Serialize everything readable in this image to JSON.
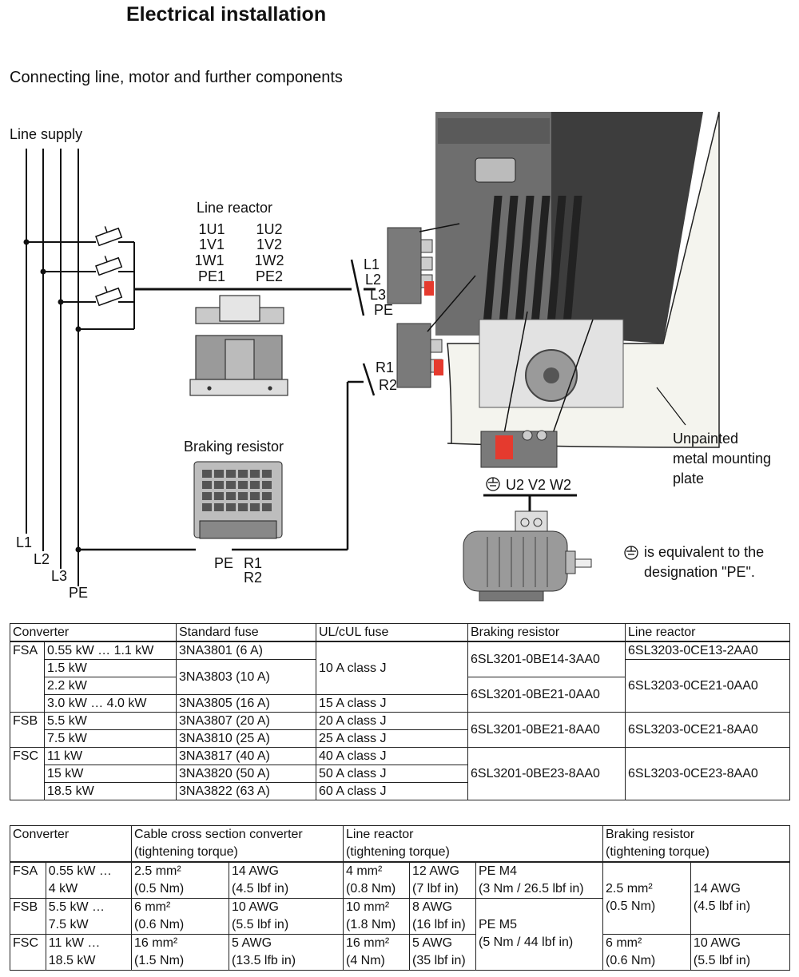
{
  "page": {
    "title": "Electrical installation",
    "subtitle": "Connecting line, motor and further components"
  },
  "diagram": {
    "line_supply_label": "Line supply",
    "line_reactor_label": "Line reactor",
    "reactor_in_terms": [
      "1U1",
      "1V1",
      "1W1",
      "PE1"
    ],
    "reactor_out_terms": [
      "1U2",
      "1V2",
      "1W2",
      "PE2"
    ],
    "connector_labels": [
      "L1",
      "L2",
      "L3",
      "PE"
    ],
    "brake_connector_labels": [
      "R1",
      "R2"
    ],
    "braking_resistor_label": "Braking resistor",
    "resistor_terms": [
      "PE",
      "R1",
      "R2"
    ],
    "supply_lines": [
      "L1",
      "L2",
      "L3",
      "PE"
    ],
    "motor_terms": "U2 V2 W2",
    "plate_note": [
      "Unpainted",
      "metal mounting",
      "plate"
    ],
    "pe_note": [
      "is equivalent to the",
      "designation \"PE\"."
    ]
  },
  "fuse_table": {
    "headers": [
      "Converter",
      "Standard fuse",
      "UL/cUL fuse",
      "Braking resistor",
      "Line reactor"
    ],
    "fsa": "FSA",
    "fsb": "FSB",
    "fsc": "FSC",
    "powers": [
      "0.55 kW … 1.1 kW",
      "1.5 kW",
      "2.2 kW",
      "3.0 kW … 4.0 kW",
      "5.5 kW",
      "7.5 kW",
      "11 kW",
      "15 kW",
      "18.5 kW"
    ],
    "std_fuse": [
      "3NA3801 (6 A)",
      "3NA3803 (10 A)",
      "3NA3805 (16 A)",
      "3NA3807 (20 A)",
      "3NA3810 (25 A)",
      "3NA3817 (40 A)",
      "3NA3820 (50 A)",
      "3NA3822 (63 A)"
    ],
    "ul_fuse": [
      "10 A class J",
      "15 A class J",
      "20 A class J",
      "25 A class J",
      "40 A class J",
      "50 A class J",
      "60 A class J"
    ],
    "brake": [
      "6SL3201-0BE14-3AA0",
      "6SL3201-0BE21-0AA0",
      "6SL3201-0BE21-8AA0",
      "6SL3201-0BE23-8AA0"
    ],
    "reactor": [
      "6SL3203-0CE13-2AA0",
      "6SL3203-0CE21-0AA0",
      "6SL3203-0CE21-8AA0",
      "6SL3203-0CE23-8AA0"
    ]
  },
  "cable_table": {
    "h_converter": "Converter",
    "h_cable": "Cable cross section converter",
    "h_reactor": "Line reactor",
    "h_brake": "Braking resistor",
    "torque": "(tightening torque)",
    "rows": [
      {
        "size": "FSA",
        "p1": "0.55 kW …",
        "p2": "4 kW",
        "c_mm": "2.5 mm²",
        "c_nm": "(0.5 Nm)",
        "c_awg": "14 AWG",
        "c_lbf": "(4.5 lbf in)",
        "r_mm": "4 mm²",
        "r_nm": "(0.8 Nm)",
        "r_awg": "12 AWG",
        "r_lbf": "(7 lbf in)"
      },
      {
        "size": "FSB",
        "p1": "5.5 kW …",
        "p2": "7.5 kW",
        "c_mm": "6 mm²",
        "c_nm": "(0.6 Nm)",
        "c_awg": "10 AWG",
        "c_lbf": "(5.5 lbf in)",
        "r_mm": "10 mm²",
        "r_nm": "(1.8 Nm)",
        "r_awg": "8 AWG",
        "r_lbf": "(16 lbf in)"
      },
      {
        "size": "FSC",
        "p1": "11 kW …",
        "p2": "18.5 kW",
        "c_mm": "16 mm²",
        "c_nm": "(1.5 Nm)",
        "c_awg": "5 AWG",
        "c_lbf": "(13.5 lfb in)",
        "r_mm": "16 mm²",
        "r_nm": "(4 Nm)",
        "r_awg": "5 AWG",
        "r_lbf": "(35 lbf in)"
      }
    ],
    "pe_m4": "PE M4",
    "pe_m4_torque": "(3 Nm / 26.5 lbf in)",
    "pe_m5": "PE M5",
    "pe_m5_torque": "(5 Nm / 44 lbf in)",
    "brake_ab": {
      "mm": "2.5 mm²",
      "nm": "(0.5 Nm)",
      "awg": "14 AWG",
      "lbf": "(4.5 lbf in)"
    },
    "brake_c": {
      "mm": "6 mm²",
      "nm": "(0.6 Nm)",
      "awg": "10 AWG",
      "lbf": "(5.5 lbf in)"
    }
  }
}
